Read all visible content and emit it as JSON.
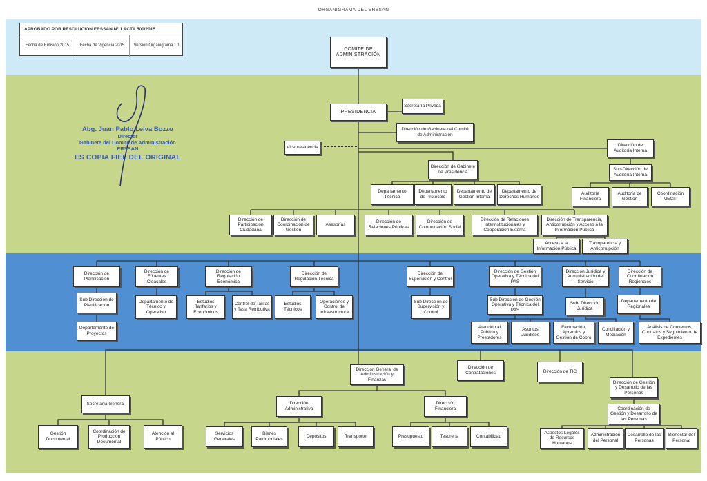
{
  "title": "ORGANIGRAMA DEL ERSSAN",
  "approval": {
    "title": "APROBADO POR RESOLUCION ERSSAN Nº 1 ACTA 500/2015",
    "fields": [
      "Fecha de Emisión 2015",
      "Fecha de Vigencia 2015",
      "Versión Organigrama 1.1"
    ]
  },
  "stamp": {
    "name": "Abg. Juan Pablo Leiva Bozzo",
    "role": "Director",
    "unit": "Gabinete del Comité de Administración",
    "org": "ERSSAN",
    "copy": "ES COPIA FIEL DEL ORIGINAL"
  },
  "colors": {
    "sky_band": "#cdeaf6",
    "green_band": "#c6d68a",
    "blue_band": "#4f8fd2",
    "stamp_blue": "#3a5ab0"
  },
  "nodes": [
    {
      "id": "comite",
      "label": "COMITÉ DE ADMINISTRACIÓN"
    },
    {
      "id": "presidencia",
      "label": "PRESIDENCIA"
    },
    {
      "id": "secretaria_privada",
      "label": "Secretaría Privada"
    },
    {
      "id": "dir_gabinete_comite",
      "label": "Dirección de Gabinete del Comité de Administración"
    },
    {
      "id": "vicepresidencia",
      "label": "Vicepresidencia"
    },
    {
      "id": "dir_auditoria",
      "label": "Dirección de Auditoría Interna"
    },
    {
      "id": "subdir_auditoria",
      "label": "Sub-Dirección de Auditoría Interna"
    },
    {
      "id": "auditoria_financiera",
      "label": "Auditoría Financiera"
    },
    {
      "id": "auditoria_gestion",
      "label": "Auditoría de Gestión"
    },
    {
      "id": "coord_mecip",
      "label": "Coordinación MECIP"
    },
    {
      "id": "dir_gabinete_pres",
      "label": "Dirección de Gabinete de Presidencia"
    },
    {
      "id": "depto_tecnico",
      "label": "Departamento Técnico"
    },
    {
      "id": "depto_protocolo",
      "label": "Departamento de Protocolo"
    },
    {
      "id": "depto_gestion_interna",
      "label": "Departamento de Gestión Interna"
    },
    {
      "id": "depto_ddhh",
      "label": "Departamento de Derechos Humanos"
    },
    {
      "id": "dir_participacion",
      "label": "Dirección de Participación Ciudadana"
    },
    {
      "id": "dir_coord_gestion",
      "label": "Dirección de Coordinación de Gestión"
    },
    {
      "id": "asesorias",
      "label": "Asesorías"
    },
    {
      "id": "dir_rrpp",
      "label": "Dirección de Relaciones Públicas"
    },
    {
      "id": "dir_comunicacion",
      "label": "Dirección de Comunicación Social"
    },
    {
      "id": "dir_relaciones_inter",
      "label": "Dirección de Relaciones Interinstitucionales y Cooperación Externa"
    },
    {
      "id": "dir_transparencia",
      "label": "Dirección de Transparencia, Anticorrupción y Acceso a la Información Pública"
    },
    {
      "id": "acceso_info",
      "label": "Acceso a la Información Pública"
    },
    {
      "id": "transparencia_anti",
      "label": "Trasnparencia y Anticorrupción"
    },
    {
      "id": "dir_planificacion",
      "label": "Dirección de Planificación"
    },
    {
      "id": "subdir_planificacion",
      "label": "Sub Dirección de Planificación"
    },
    {
      "id": "depto_proyectos",
      "label": "Departamento de Proyectos"
    },
    {
      "id": "dir_efluentes",
      "label": "Dirección de Efluentes Cloacales"
    },
    {
      "id": "depto_tecnico_operativo",
      "label": "Departamento de Técnico y Operativo"
    },
    {
      "id": "dir_regulacion_eco",
      "label": "Dirección de Regulación Económica"
    },
    {
      "id": "estudios_tarifarios",
      "label": "Estudios Tarifarios y Económicos"
    },
    {
      "id": "control_tarifas",
      "label": "Control de Tarifas y Tasa Retributiva"
    },
    {
      "id": "dir_regulacion_tec",
      "label": "Dirección de Regulación Técnica"
    },
    {
      "id": "estudios_tecnicos",
      "label": "Estudios Técnicos"
    },
    {
      "id": "operaciones_control",
      "label": "Operaciones y Control de Infraestructura"
    },
    {
      "id": "dir_supervision",
      "label": "Dirección de Supervisión y Control"
    },
    {
      "id": "subdir_supervision",
      "label": "Sub Dirección de Supervisión y Control"
    },
    {
      "id": "dir_gestion_pas",
      "label": "Dirección de Gestión Operativa y Técnica del PAS"
    },
    {
      "id": "subdir_gestion_pas",
      "label": "Sub Dirección de Gestión Operativa y Técnica del PAS"
    },
    {
      "id": "atencion_prestadores",
      "label": "Atención al Público y Prestadores"
    },
    {
      "id": "asuntos_juridicos",
      "label": "Asuntos Jurídicos"
    },
    {
      "id": "facturacion",
      "label": "Facturación, Apremios y Gestión de Cobro"
    },
    {
      "id": "dir_juridica",
      "label": "Dirección Jurídica y Administración del Servicio"
    },
    {
      "id": "subdir_juridica",
      "label": "Sub- Dirección Jurídica"
    },
    {
      "id": "conciliacion",
      "label": "Conciliación y Mediación"
    },
    {
      "id": "dir_regionales",
      "label": "Dirección de Coordinación Regionales"
    },
    {
      "id": "depto_regionales",
      "label": "Departamento de Regionales"
    },
    {
      "id": "analisis_convenios",
      "label": "Análisis de Convenios, Contratos y Seguimiento de Expedientes"
    },
    {
      "id": "dg_admin",
      "label": "Dirección General de Administración y Finanzas"
    },
    {
      "id": "dir_contrataciones",
      "label": "Dirección de Contrataciones"
    },
    {
      "id": "dir_tic",
      "label": "Dirección de TIC"
    },
    {
      "id": "dir_desarrollo",
      "label": "Dirección de Gestión y Desarrollo de las Personas"
    },
    {
      "id": "coord_desarrollo",
      "label": "Coordinación de Gestión y Desarrollo de las Personas"
    },
    {
      "id": "secretaria_general",
      "label": "Secretaría General"
    },
    {
      "id": "gestion_documental",
      "label": "Gestión Documental"
    },
    {
      "id": "coord_produccion",
      "label": "Coordinación de Producción Documental"
    },
    {
      "id": "atencion_publico",
      "label": "Atención al Público"
    },
    {
      "id": "dir_administrativa",
      "label": "Dirección Administrativa"
    },
    {
      "id": "servicios_generales",
      "label": "Servicios Generales"
    },
    {
      "id": "bienes_patrimoniales",
      "label": "Bienes Patrimoniales"
    },
    {
      "id": "depositos",
      "label": "Depósitos"
    },
    {
      "id": "transporte",
      "label": "Transporte"
    },
    {
      "id": "dir_financiera",
      "label": "Dirección Financiera"
    },
    {
      "id": "presupuesto",
      "label": "Presupuesto"
    },
    {
      "id": "tesoreria",
      "label": "Tesorería"
    },
    {
      "id": "contabilidad",
      "label": "Contabilidad"
    },
    {
      "id": "aspectos_legales",
      "label": "Aspectos Legales de Recursos Humanos"
    },
    {
      "id": "admin_personal",
      "label": "Administración del Personal"
    },
    {
      "id": "desarrollo_personas",
      "label": "Desarrollo de las Personas"
    },
    {
      "id": "bienestar_personal",
      "label": "Bienestar del Personal"
    }
  ],
  "edges": [
    [
      "comite",
      "presidencia"
    ],
    [
      "presidencia",
      "secretaria_privada"
    ],
    [
      "presidencia",
      "dir_gabinete_comite"
    ],
    [
      "presidencia",
      "vicepresidencia"
    ],
    [
      "presidencia",
      "dir_auditoria"
    ],
    [
      "dir_auditoria",
      "subdir_auditoria"
    ],
    [
      "subdir_auditoria",
      "auditoria_financiera"
    ],
    [
      "subdir_auditoria",
      "auditoria_gestion"
    ],
    [
      "subdir_auditoria",
      "coord_mecip"
    ],
    [
      "presidencia",
      "dir_gabinete_pres"
    ],
    [
      "dir_gabinete_pres",
      "depto_tecnico"
    ],
    [
      "dir_gabinete_pres",
      "depto_protocolo"
    ],
    [
      "dir_gabinete_pres",
      "depto_gestion_interna"
    ],
    [
      "dir_gabinete_pres",
      "depto_ddhh"
    ],
    [
      "presidencia",
      "dir_participacion"
    ],
    [
      "presidencia",
      "dir_coord_gestion"
    ],
    [
      "presidencia",
      "asesorias"
    ],
    [
      "presidencia",
      "dir_rrpp"
    ],
    [
      "presidencia",
      "dir_comunicacion"
    ],
    [
      "presidencia",
      "dir_relaciones_inter"
    ],
    [
      "presidencia",
      "dir_transparencia"
    ],
    [
      "dir_transparencia",
      "acceso_info"
    ],
    [
      "dir_transparencia",
      "transparencia_anti"
    ],
    [
      "presidencia",
      "dir_planificacion"
    ],
    [
      "dir_planificacion",
      "subdir_planificacion"
    ],
    [
      "subdir_planificacion",
      "depto_proyectos"
    ],
    [
      "presidencia",
      "dir_efluentes"
    ],
    [
      "dir_efluentes",
      "depto_tecnico_operativo"
    ],
    [
      "presidencia",
      "dir_regulacion_eco"
    ],
    [
      "dir_regulacion_eco",
      "estudios_tarifarios"
    ],
    [
      "dir_regulacion_eco",
      "control_tarifas"
    ],
    [
      "presidencia",
      "dir_regulacion_tec"
    ],
    [
      "dir_regulacion_tec",
      "estudios_tecnicos"
    ],
    [
      "dir_regulacion_tec",
      "operaciones_control"
    ],
    [
      "presidencia",
      "dir_supervision"
    ],
    [
      "dir_supervision",
      "subdir_supervision"
    ],
    [
      "presidencia",
      "dir_gestion_pas"
    ],
    [
      "dir_gestion_pas",
      "subdir_gestion_pas"
    ],
    [
      "subdir_gestion_pas",
      "atencion_prestadores"
    ],
    [
      "subdir_gestion_pas",
      "asuntos_juridicos"
    ],
    [
      "subdir_gestion_pas",
      "facturacion"
    ],
    [
      "presidencia",
      "dir_juridica"
    ],
    [
      "dir_juridica",
      "subdir_juridica"
    ],
    [
      "subdir_juridica",
      "conciliacion"
    ],
    [
      "presidencia",
      "dir_regionales"
    ],
    [
      "dir_regionales",
      "depto_regionales"
    ],
    [
      "depto_regionales",
      "analisis_convenios"
    ],
    [
      "presidencia",
      "dg_admin"
    ],
    [
      "presidencia",
      "dir_contrataciones"
    ],
    [
      "presidencia",
      "dir_tic"
    ],
    [
      "presidencia",
      "dir_desarrollo"
    ],
    [
      "dir_desarrollo",
      "coord_desarrollo"
    ],
    [
      "coord_desarrollo",
      "aspectos_legales"
    ],
    [
      "coord_desarrollo",
      "admin_personal"
    ],
    [
      "coord_desarrollo",
      "desarrollo_personas"
    ],
    [
      "coord_desarrollo",
      "bienestar_personal"
    ],
    [
      "presidencia",
      "secretaria_general"
    ],
    [
      "secretaria_general",
      "gestion_documental"
    ],
    [
      "secretaria_general",
      "coord_produccion"
    ],
    [
      "secretaria_general",
      "atencion_publico"
    ],
    [
      "dg_admin",
      "dir_administrativa"
    ],
    [
      "dg_admin",
      "dir_financiera"
    ],
    [
      "dir_administrativa",
      "servicios_generales"
    ],
    [
      "dir_administrativa",
      "bienes_patrimoniales"
    ],
    [
      "dir_administrativa",
      "depositos"
    ],
    [
      "dir_administrativa",
      "transporte"
    ],
    [
      "dir_financiera",
      "presupuesto"
    ],
    [
      "dir_financiera",
      "tesoreria"
    ],
    [
      "dir_financiera",
      "contabilidad"
    ]
  ]
}
